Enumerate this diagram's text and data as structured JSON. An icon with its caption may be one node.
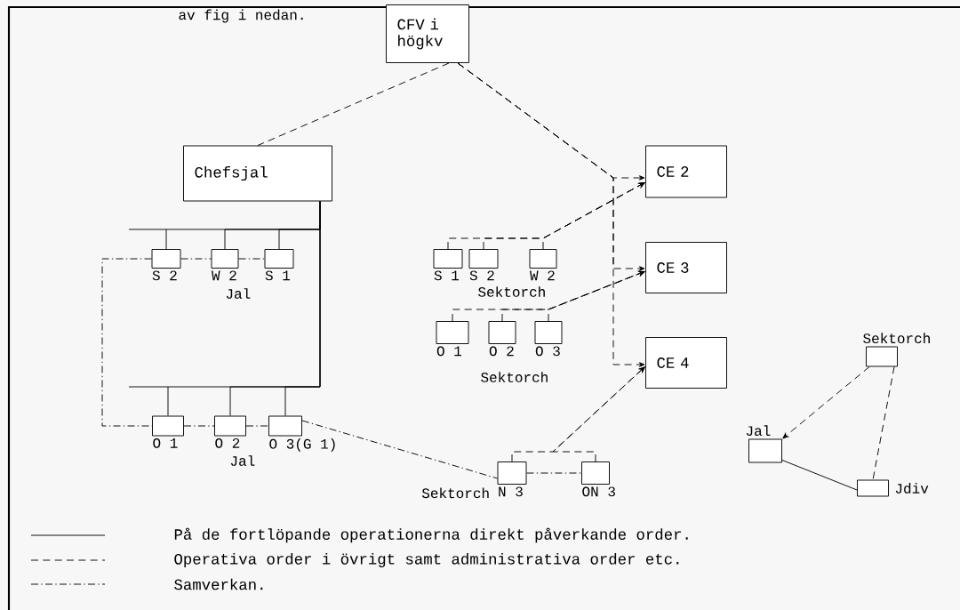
{
  "diagram": {
    "nodes": [
      {
        "text": [
          "CFV i högkv"
        ]
      },
      {
        "text": [
          "Chefsjal"
        ]
      },
      {
        "text": [
          "CE 2"
        ]
      },
      {
        "text": [
          "CE 3"
        ]
      },
      {
        "text": [
          "CE 4"
        ]
      },
      {
        "text": [
          "S 2"
        ]
      },
      {
        "text": [
          "W 2"
        ]
      },
      {
        "text": [
          "S 1"
        ]
      },
      {
        "text": [
          "S 1"
        ]
      },
      {
        "text": [
          "S 2"
        ]
      },
      {
        "text": [
          "W 2"
        ]
      },
      {
        "text": [
          "O 1"
        ]
      },
      {
        "text": [
          "O 2"
        ]
      },
      {
        "text": [
          "O 3"
        ]
      },
      {
        "text": [
          "O 1"
        ]
      },
      {
        "text": [
          "O 2"
        ]
      },
      {
        "text": [
          "O 3(G 1)"
        ]
      },
      {
        "text": [
          "N 3"
        ],
        "beside": [
          "Sektorch"
        ]
      },
      {
        "text": [
          "ON 3"
        ]
      },
      {
        "text": [
          "Sektorch"
        ]
      },
      {
        "text": [
          "Jal"
        ]
      },
      {
        "text": [
          "Jdiv"
        ]
      }
    ],
    "edges": [
      {
        "from": 0,
        "to": 1,
        "arrow": "none",
        "style": "dashed"
      },
      {
        "from": 0,
        "to": 2,
        "arrow": "to",
        "style": "dashed"
      },
      {
        "from": 0,
        "to": 3,
        "arrow": "to",
        "style": "dashed"
      },
      {
        "from": 0,
        "to": 4,
        "arrow": "to",
        "style": "dashed"
      },
      {
        "from": 1,
        "to": 5,
        "arrow": "none"
      },
      {
        "from": 1,
        "to": 6,
        "arrow": "none"
      },
      {
        "from": 1,
        "to": 7,
        "arrow": "none"
      },
      {
        "from": 1,
        "to": 14,
        "arrow": "none"
      },
      {
        "from": 1,
        "to": 15,
        "arrow": "none"
      },
      {
        "from": 1,
        "to": 16,
        "arrow": "none"
      },
      {
        "from": 5,
        "to": 6,
        "arrow": "none",
        "style": "dashed"
      },
      {
        "from": 6,
        "to": 7,
        "arrow": "none",
        "style": "dashed"
      },
      {
        "from": 5,
        "to": 14,
        "arrow": "none",
        "style": "dashed"
      },
      {
        "from": 14,
        "to": 15,
        "arrow": "none",
        "style": "dashed"
      },
      {
        "from": 15,
        "to": 16,
        "arrow": "none",
        "style": "dashed"
      },
      {
        "from": 16,
        "to": 17,
        "arrow": "none",
        "style": "dashed"
      },
      {
        "from": 17,
        "to": 18,
        "arrow": "none",
        "style": "dashed"
      },
      {
        "from": 8,
        "to": 2,
        "arrow": "to",
        "style": "dashed"
      },
      {
        "from": 9,
        "to": 2,
        "arrow": "to",
        "style": "dashed"
      },
      {
        "from": 10,
        "to": 2,
        "arrow": "to",
        "style": "dashed"
      },
      {
        "from": 11,
        "to": 3,
        "arrow": "to",
        "style": "dashed"
      },
      {
        "from": 12,
        "to": 3,
        "arrow": "to",
        "style": "dashed"
      },
      {
        "from": 13,
        "to": 3,
        "arrow": "to",
        "style": "dashed"
      },
      {
        "from": 17,
        "to": 4,
        "arrow": "to",
        "style": "dashed"
      },
      {
        "from": 18,
        "to": 4,
        "arrow": "to",
        "style": "dashed"
      },
      {
        "from": 19,
        "to": 20,
        "arrow": "to",
        "style": "dashed"
      },
      {
        "from": 19,
        "to": 21,
        "arrow": "none",
        "style": "dashed"
      },
      {
        "from": 20,
        "to": 21,
        "arrow": "none"
      }
    ],
    "labels": [
      "av fig i nedan.",
      "Jal",
      "Sektorch",
      "Sektorch",
      "Jal"
    ],
    "legend": [
      {
        "text": "På de fortlöpande operationerna direkt påverkande order."
      },
      {
        "text": "Operativa order i övrigt samt administrativa order etc."
      },
      {
        "text": "Samverkan."
      }
    ]
  }
}
